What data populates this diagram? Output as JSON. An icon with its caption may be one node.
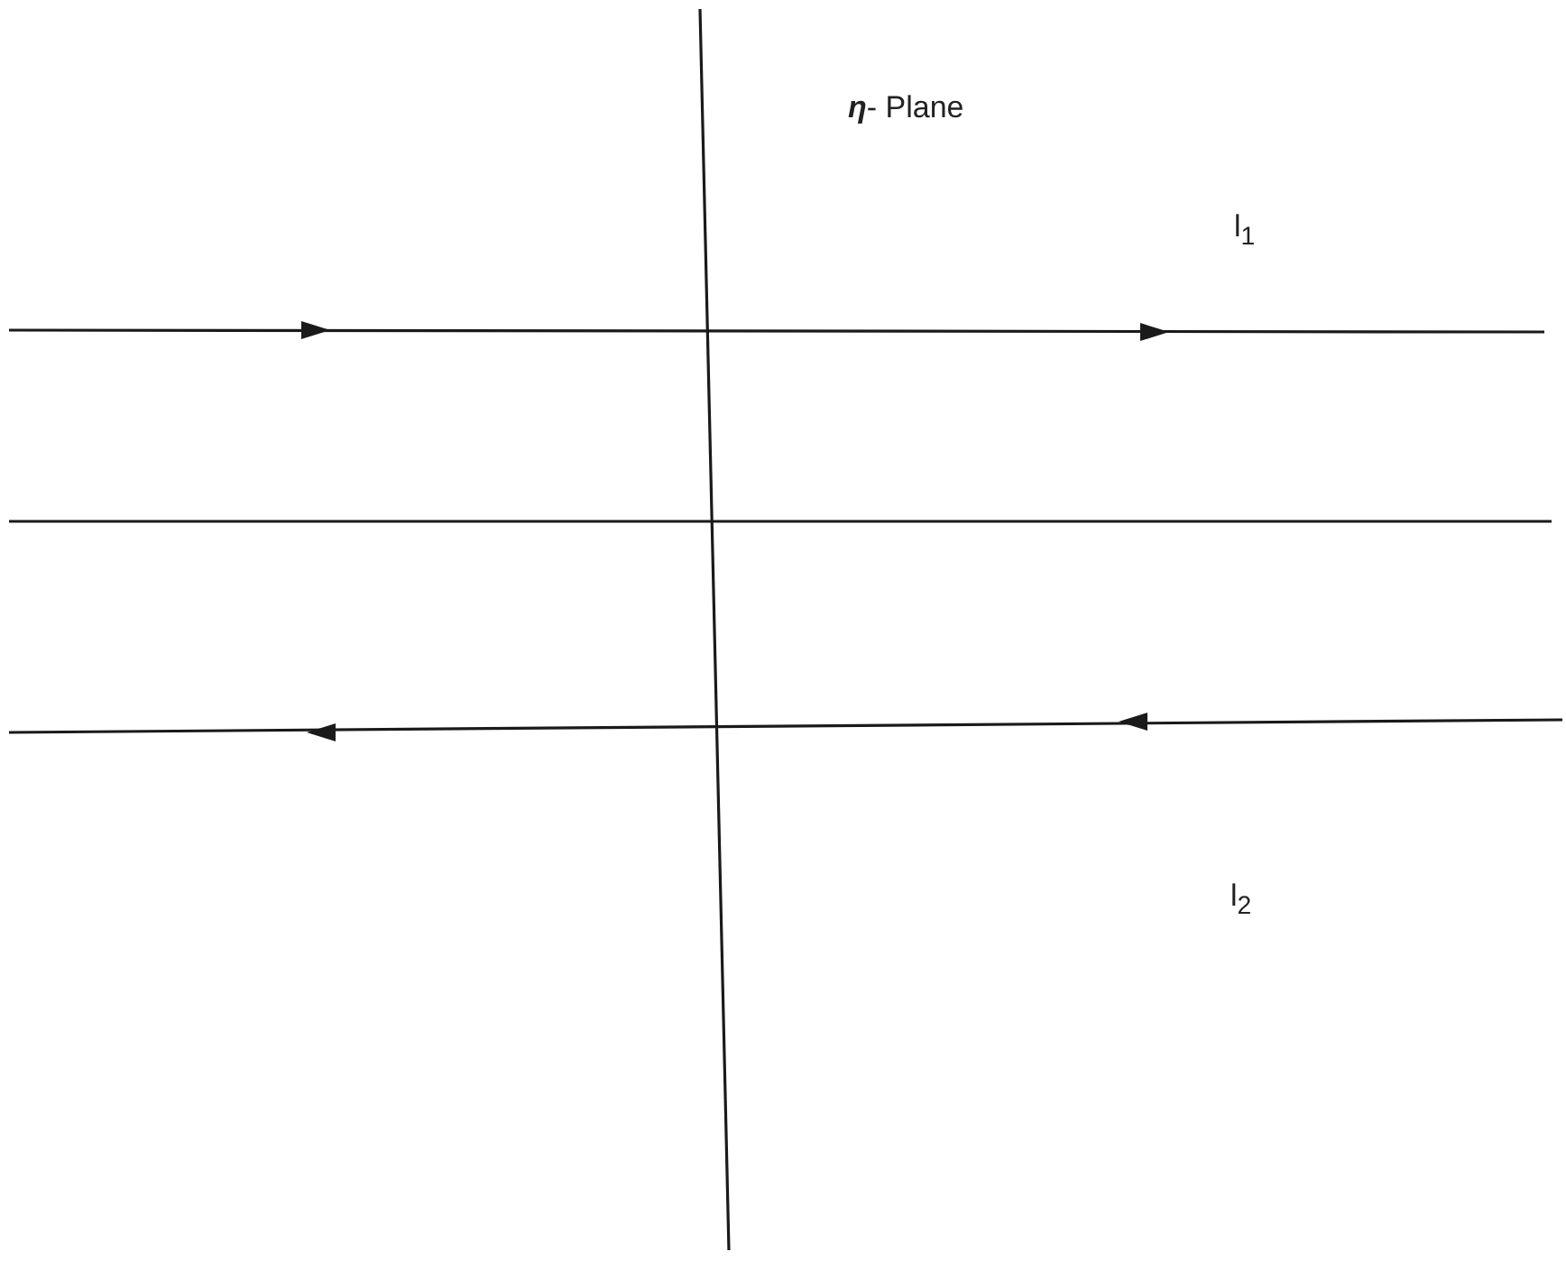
{
  "diagram": {
    "labels": [
      "**η**- Plane",
      "l$_{1}$",
      "l$_{2}$"
    ]
  }
}
